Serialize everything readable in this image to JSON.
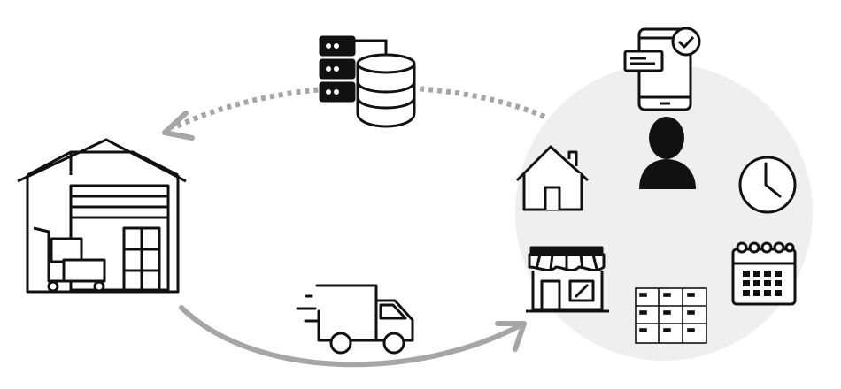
{
  "colors": {
    "background": "#ffffff",
    "icon": "#111111",
    "arrow": "#a6a6a6",
    "customer_zone": "#efefef"
  },
  "nodes": {
    "warehouse": {
      "icon": "warehouse-icon"
    },
    "data": {
      "icon": "database-server-icon"
    },
    "delivery": {
      "icon": "delivery-truck-icon"
    },
    "customer_zone": {
      "icons": [
        "mobile-order-confirmation-icon",
        "customer-icon",
        "home-icon",
        "clock-icon",
        "store-icon",
        "parcel-locker-icon",
        "calendar-icon"
      ]
    }
  },
  "flows": [
    {
      "name": "information-flow",
      "style": "dotted",
      "direction": "customer-to-warehouse"
    },
    {
      "name": "physical-flow",
      "style": "solid",
      "direction": "warehouse-to-customer"
    }
  ]
}
